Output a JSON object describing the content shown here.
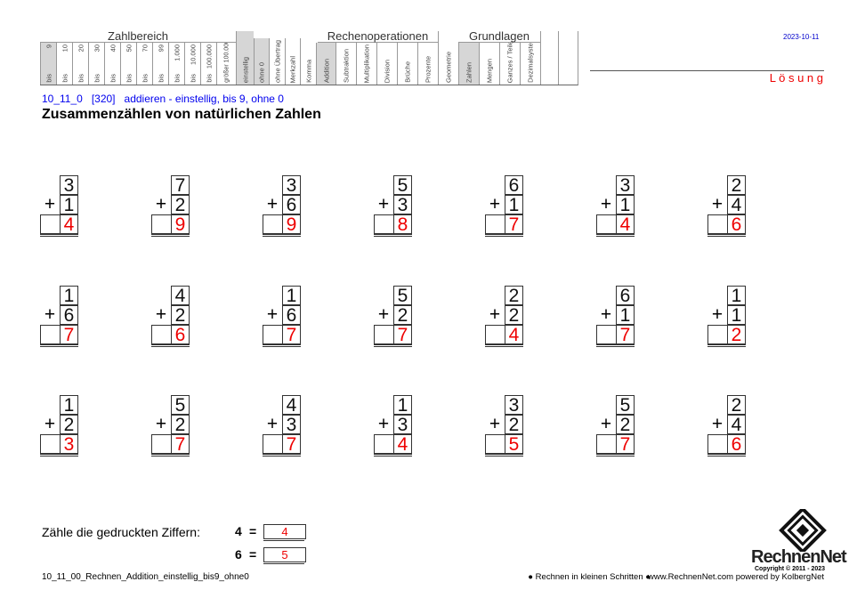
{
  "header": {
    "groups": [
      "Zahlbereich",
      "Rechenoperationen",
      "Grundlagen"
    ],
    "zahlbereich": [
      {
        "top": "9",
        "bottom": "bis",
        "active": true
      },
      {
        "top": "10",
        "bottom": "bis"
      },
      {
        "top": "20",
        "bottom": "bis"
      },
      {
        "top": "30",
        "bottom": "bis"
      },
      {
        "top": "40",
        "bottom": "bis"
      },
      {
        "top": "50",
        "bottom": "bis"
      },
      {
        "top": "70",
        "bottom": "bis"
      },
      {
        "top": "99",
        "bottom": "bis"
      },
      {
        "top": "1.000",
        "bottom": "bis"
      },
      {
        "top": "10.000",
        "bottom": "bis"
      },
      {
        "top": "100.000",
        "bottom": "bis"
      },
      {
        "top": "größer 100.000",
        "bottom": ""
      }
    ],
    "columns": [
      {
        "label": "einstellig",
        "active": true
      },
      {
        "label": "ohne 0",
        "active": true
      },
      {
        "label": "ohne Übertrag"
      },
      {
        "label": "Merkzahl"
      },
      {
        "label": "Komma"
      },
      {
        "label": "Addition",
        "active": true
      },
      {
        "label": "Subtraktion"
      },
      {
        "label": "Multiplikation"
      },
      {
        "label": "Division"
      },
      {
        "label": "Brüche"
      },
      {
        "label": "Prozente"
      },
      {
        "label": "Geometrie"
      },
      {
        "label": "Zahlen",
        "active": true
      },
      {
        "label": "Mengen"
      },
      {
        "label": "Ganzes / Teile"
      },
      {
        "label": "Dezimalsystem"
      },
      {
        "label": ""
      },
      {
        "label": ""
      }
    ],
    "date": "2023-10-11",
    "solution": "L ö s u n g"
  },
  "subtitle": "10_11_0   [320]   addieren - einstellig, bis 9, ohne 0",
  "title": "Zusammenzählen von natürlichen Zahlen",
  "operator": "+",
  "problems": [
    [
      [
        3,
        1,
        4
      ],
      [
        7,
        2,
        9
      ],
      [
        3,
        6,
        9
      ],
      [
        5,
        3,
        8
      ],
      [
        6,
        1,
        7
      ],
      [
        3,
        1,
        4
      ],
      [
        2,
        4,
        6
      ]
    ],
    [
      [
        1,
        6,
        7
      ],
      [
        4,
        2,
        6
      ],
      [
        1,
        6,
        7
      ],
      [
        5,
        2,
        7
      ],
      [
        2,
        2,
        4
      ],
      [
        6,
        1,
        7
      ],
      [
        1,
        1,
        2
      ]
    ],
    [
      [
        1,
        2,
        3
      ],
      [
        5,
        2,
        7
      ],
      [
        4,
        3,
        7
      ],
      [
        1,
        3,
        4
      ],
      [
        3,
        2,
        5
      ],
      [
        5,
        2,
        7
      ],
      [
        2,
        4,
        6
      ]
    ]
  ],
  "count": {
    "label": "Zähle die gedruckten Ziffern:",
    "rows": [
      {
        "digit": "4",
        "eq": "=",
        "answer": "4"
      },
      {
        "digit": "6",
        "eq": "=",
        "answer": "5"
      }
    ]
  },
  "footer": {
    "filename": "10_11_00_Rechnen_Addition_einstellig_bis9_ohne0",
    "slogan": "● Rechnen in kleinen Schritten ●",
    "site": "www.RechnenNet.com powered by KolbergNet",
    "logo": "RechnenNet",
    "copyright": "Copyright © 2011 - 2023"
  },
  "colors": {
    "answer": "#e00000",
    "subtitle": "#0000e0",
    "active": "#d6d6d6"
  }
}
